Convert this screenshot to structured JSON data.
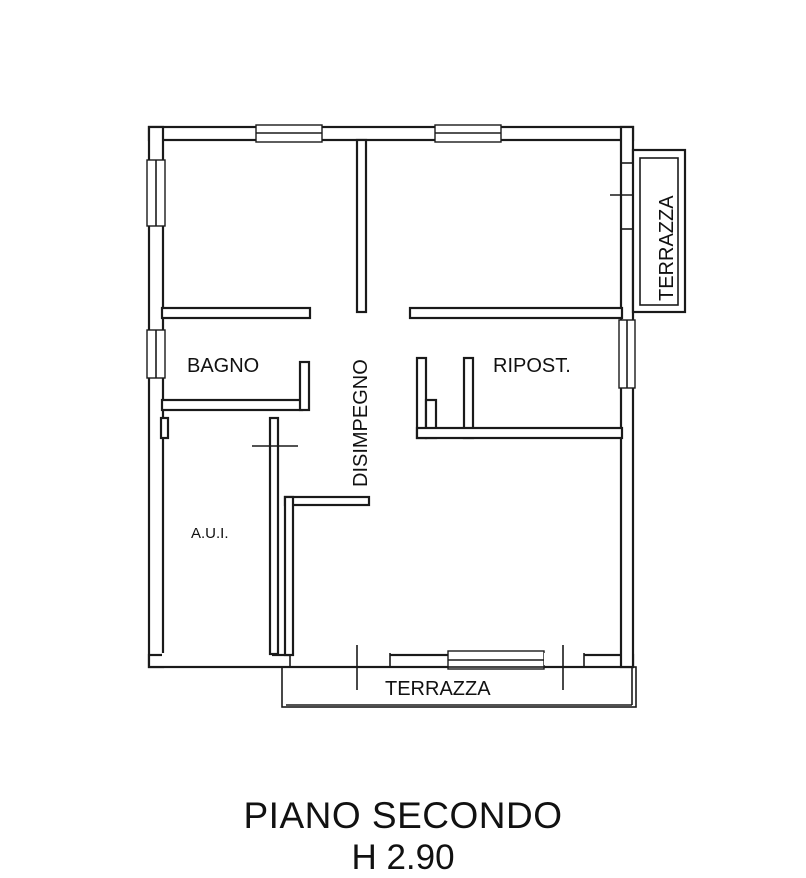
{
  "rooms": {
    "bagno": "BAGNO",
    "ripost": "RIPOST.",
    "disimpegno": "DISIMPEGNO",
    "aui": "A.U.I.",
    "terrazza_side": "TERRAZZA",
    "terrazza_bottom": "TERRAZZA"
  },
  "footer": {
    "floor": "PIANO SECONDO",
    "height": "H 2.90"
  },
  "colors": {
    "line": "#1a1a1a",
    "background": "#ffffff"
  }
}
